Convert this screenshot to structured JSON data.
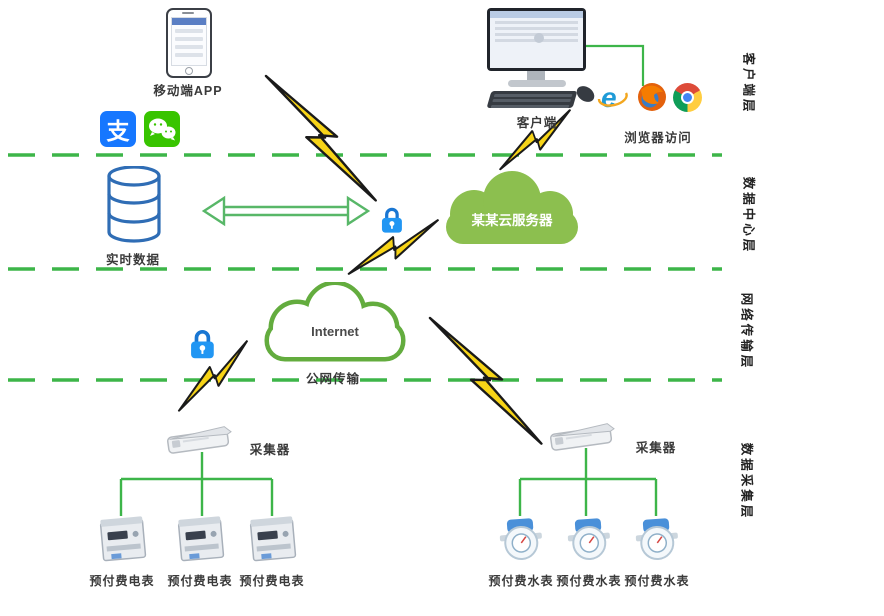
{
  "colors": {
    "accent_green": "#3db549",
    "cloud_fill_green": "#8cbf4f",
    "cloud_outline_green": "#63ac3e",
    "arrow_green": "#58b768",
    "lock_blue": "#2196f3",
    "bolt_yellow": "#f7d417",
    "database_blue": "#2f6db5",
    "alipay_blue": "#1677ff",
    "wechat_green": "#38c400"
  },
  "client_layer": {
    "phone_label": "移动端APP",
    "alipay_glyph": "支",
    "client_label": "客户端",
    "browser_label": "浏览器访问"
  },
  "data_center_layer": {
    "database_label": "实时数据",
    "cloud_server_label": "某某云服务器"
  },
  "network_layer": {
    "internet_text": "Internet",
    "internet_label": "公网传输"
  },
  "collection_layer": {
    "collector_left_label": "采集器",
    "collector_right_label": "采集器",
    "electric_meters": [
      "预付费电表",
      "预付费电表",
      "预付费电表"
    ],
    "water_meters": [
      "预付费水表",
      "预付费水表",
      "预付费水表"
    ]
  },
  "layer_labels": [
    "客户端层",
    "数据中心层",
    "网络传输层",
    "数据采集层"
  ]
}
